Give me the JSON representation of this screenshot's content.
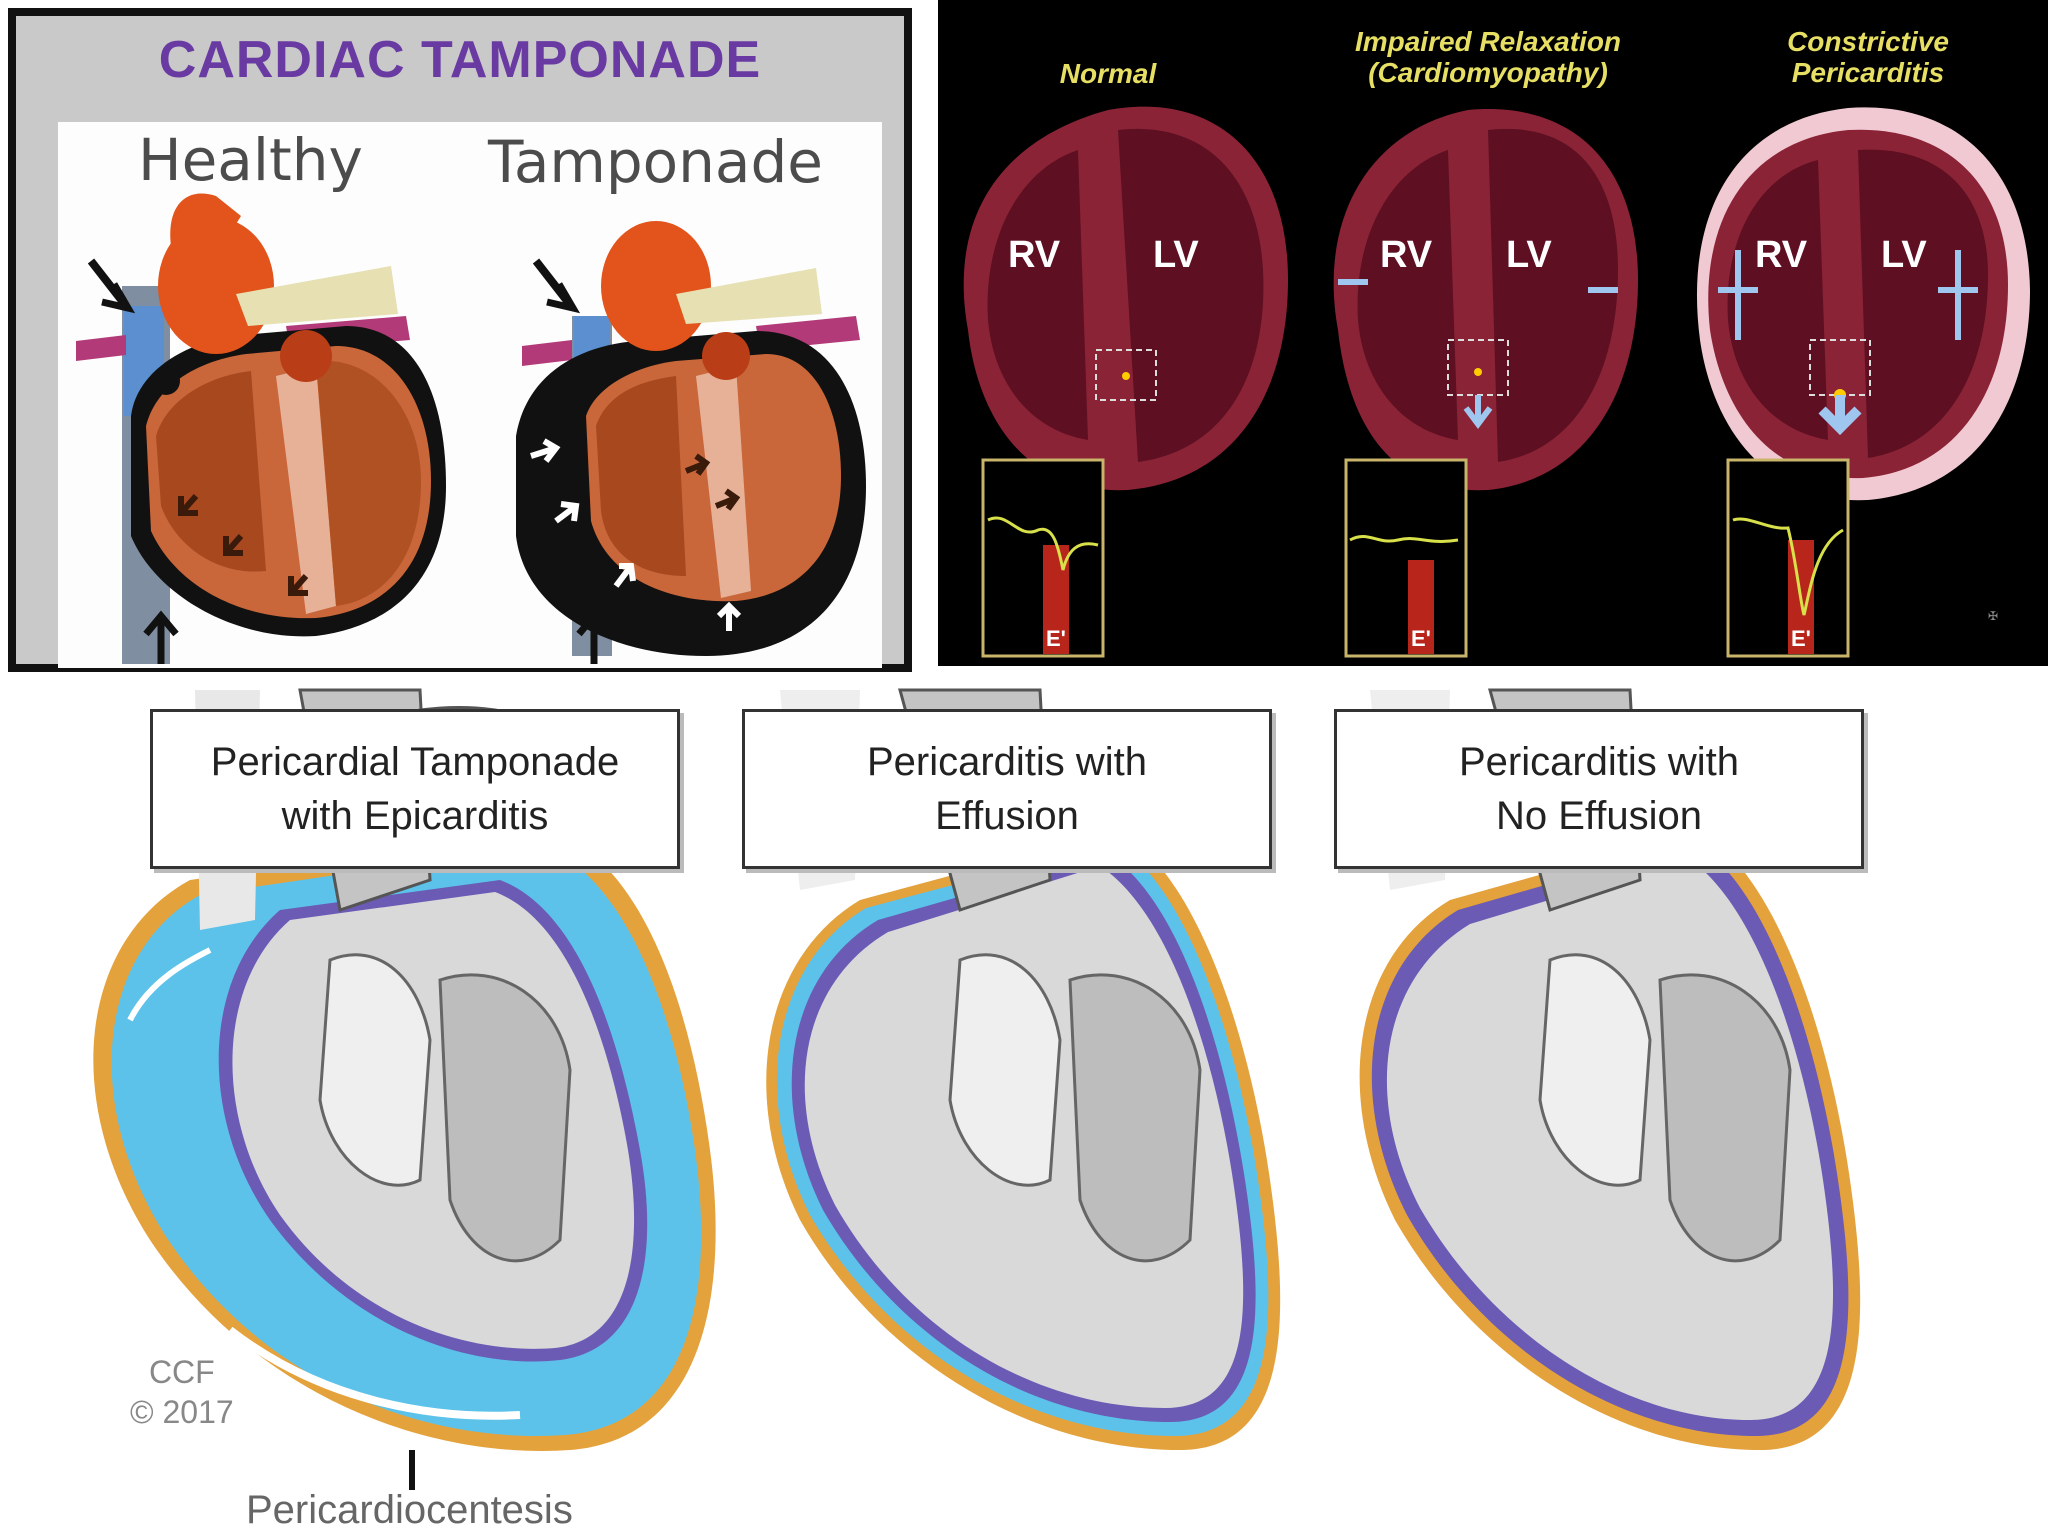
{
  "panel_tamponade": {
    "title": "CARDIAC TAMPONADE",
    "healthy_label": "Healthy",
    "tamponade_label": "Tamponade"
  },
  "panel_relaxation": {
    "headers": {
      "normal": "Normal",
      "impaired": "Impaired Relaxation\n(Cardiomyopathy)",
      "constrictive": "Constrictive\nPericarditis"
    },
    "rv": "RV",
    "lv": "LV",
    "e_prime": "E'"
  },
  "panel_pericarditis": {
    "box1": "Pericardial Tamponade\nwith Epicarditis",
    "box2": "Pericarditis with\nEffusion",
    "box3": "Pericarditis with\nNo Effusion",
    "credit_line1": "CCF",
    "credit_line2": "© 2017",
    "procedure_label": "Pericardiocentesis"
  },
  "colors": {
    "title_purple": "#6a3aa3",
    "heart_orange": "#d4541e",
    "myocardium": "#8b2336",
    "doppler_yellow": "#d8e04a",
    "fluid_blue": "#5cc2ea",
    "pericardium_purple": "#6b5bb5"
  }
}
